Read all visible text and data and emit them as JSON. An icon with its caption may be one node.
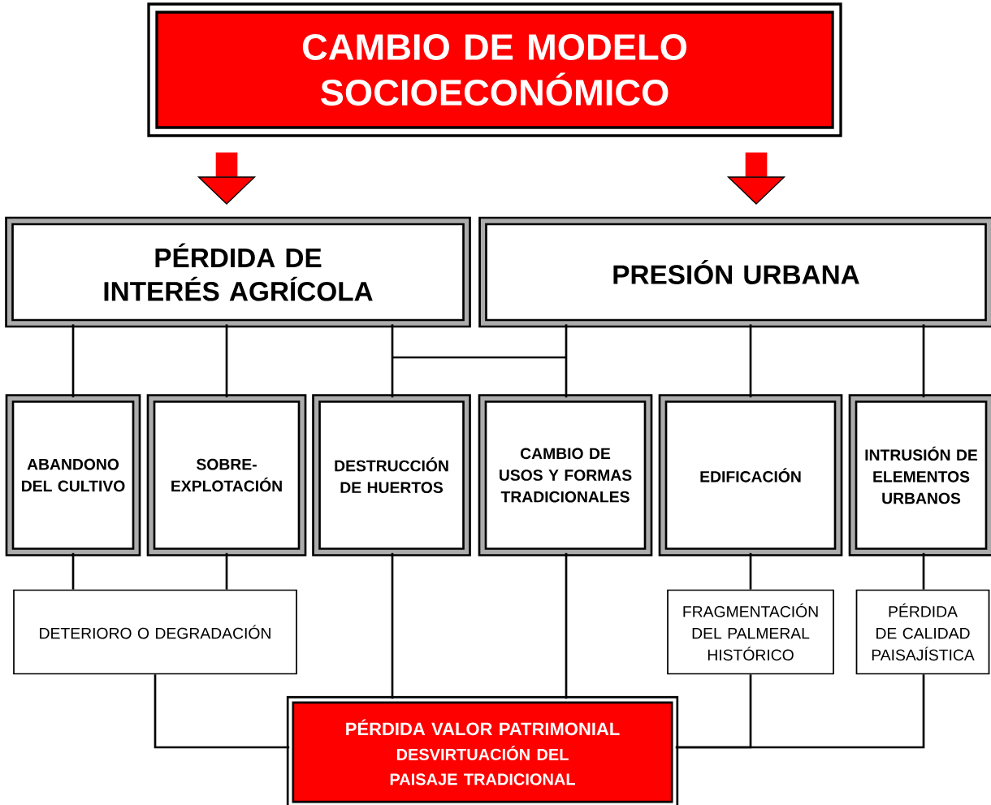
{
  "diagram": {
    "nodes": [
      {
        "text": [
          "CAMBIO DE MODELO SOCIOECONÓMICO"
        ]
      },
      {
        "text": [
          "PÉRDIDA DE INTERÉS AGRÍCOLA"
        ]
      },
      {
        "text": [
          "PRESIÓN URBANA"
        ]
      },
      {
        "text": [
          "ABANDONO DEL CULTIVO"
        ]
      },
      {
        "text": [
          "SOBRE-EXPLOTACIÓN"
        ]
      },
      {
        "text": [
          "DESTRUCCIÓN DE HUERTOS"
        ]
      },
      {
        "text": [
          "CAMBIO DE USOS Y FORMAS TRADICIONALES"
        ]
      },
      {
        "text": [
          "EDIFICACIÓN"
        ]
      },
      {
        "text": [
          "INTRUSIÓN DE ELEMENTOS URBANOS"
        ]
      },
      {
        "text": [
          "DETERIORO O DEGRADACIÓN"
        ]
      },
      {
        "text": [
          "FRAGMENTACIÓN DEL PALMERAL HISTÓRICO"
        ]
      },
      {
        "text": [
          "PÉRDIDA DE CALIDAD PAISAJÍSTICA"
        ]
      },
      {
        "text": [
          "PÉRDIDA VALOR PATRIMONIAL",
          "DESVIRTUACIÓN DEL PAISAJE TRADICIONAL"
        ]
      }
    ],
    "edges": [
      {
        "from": 0,
        "to": 1,
        "arrow": "to",
        "style": "thick",
        "color": "#ff0000"
      },
      {
        "from": 0,
        "to": 2,
        "arrow": "to",
        "style": "thick",
        "color": "#ff0000"
      },
      {
        "from": 1,
        "to": 3,
        "arrow": "none"
      },
      {
        "from": 1,
        "to": 4,
        "arrow": "none"
      },
      {
        "from": 1,
        "to": 5,
        "arrow": "none"
      },
      {
        "from": 1,
        "to": 6,
        "arrow": "none"
      },
      {
        "from": 2,
        "to": 5,
        "arrow": "none"
      },
      {
        "from": 2,
        "to": 6,
        "arrow": "none"
      },
      {
        "from": 2,
        "to": 7,
        "arrow": "none"
      },
      {
        "from": 2,
        "to": 8,
        "arrow": "none"
      },
      {
        "from": 3,
        "to": 9,
        "arrow": "none"
      },
      {
        "from": 4,
        "to": 9,
        "arrow": "none"
      },
      {
        "from": 7,
        "to": 10,
        "arrow": "none"
      },
      {
        "from": 8,
        "to": 11,
        "arrow": "none"
      },
      {
        "from": 5,
        "to": 12,
        "arrow": "none"
      },
      {
        "from": 6,
        "to": 12,
        "arrow": "none"
      },
      {
        "from": 9,
        "to": 12,
        "arrow": "none"
      },
      {
        "from": 10,
        "to": 12,
        "arrow": "none"
      },
      {
        "from": 11,
        "to": 12,
        "arrow": "none"
      }
    ]
  }
}
